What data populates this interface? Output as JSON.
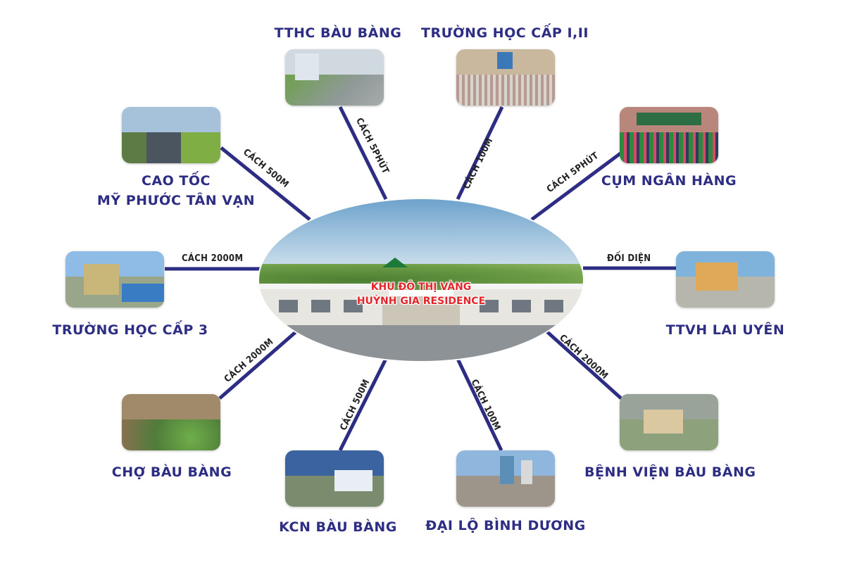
{
  "center": {
    "title_line1": "KHU ĐÔ THỊ VÀNG",
    "title_line2": "HUỲNH GIA RESIDENCE"
  },
  "colors": {
    "label": "#2d2e83",
    "line": "#2d2e83",
    "distance_text": "#222222",
    "center_title": "#e3262b"
  },
  "locations": [
    {
      "name": "TTHC BÀU BÀNG",
      "distance": "CÁCH 5PHÚT",
      "image": "administrative-center-photo"
    },
    {
      "name": "TRƯỜNG HỌC CẤP I,II",
      "distance": "CÁCH 100M",
      "image": "school-courtyard-photo"
    },
    {
      "name": "CỤM NGÂN HÀNG",
      "distance": "CÁCH 5PHÚT",
      "image": "bank-photo"
    },
    {
      "name": "TTVH LAI UYÊN",
      "distance": "ĐỐI DIỆN",
      "image": "cultural-center-gate-photo"
    },
    {
      "name": "BỆNH VIỆN BÀU BÀNG",
      "distance": "CÁCH 2000M",
      "image": "hospital-photo"
    },
    {
      "name": "ĐẠI LỘ BÌNH DƯƠNG",
      "distance": "CÁCH 100M",
      "image": "avenue-photo"
    },
    {
      "name": "KCN BÀU BÀNG",
      "distance": "CÁCH 500M",
      "image": "industrial-park-photo"
    },
    {
      "name": "CHỢ BÀU BÀNG",
      "distance": "CÁCH 2000M",
      "image": "market-photo"
    },
    {
      "name": "TRƯỜNG HỌC CẤP 3",
      "distance": "CÁCH 2000M",
      "image": "high-school-gate-photo"
    },
    {
      "name_line1": "CAO TỐC",
      "name_line2": "MỸ PHƯỚC TÂN VẠN",
      "distance": "CÁCH 500M",
      "image": "expressway-photo"
    }
  ]
}
